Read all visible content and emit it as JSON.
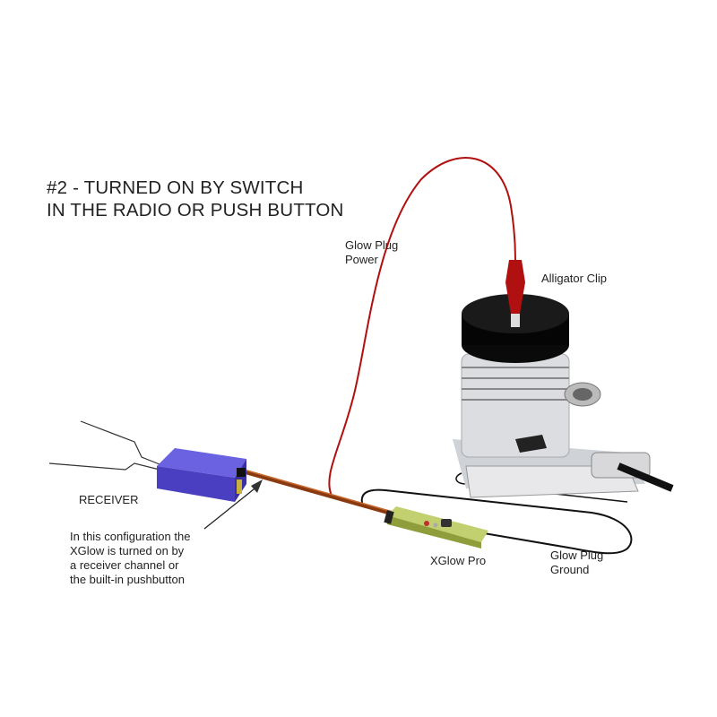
{
  "title": {
    "line1": "#2 - TURNED ON BY SWITCH",
    "line2": "IN THE RADIO OR PUSH BUTTON"
  },
  "labels": {
    "glow_plug_power": [
      "Glow Plug",
      "Power"
    ],
    "alligator_clip": "Alligator Clip",
    "receiver": "RECEIVER",
    "xglow_pro": "XGlow Pro",
    "glow_plug_ground": [
      "Glow Plug",
      "Ground"
    ],
    "config_note": [
      "In this configuration the",
      "XGlow is turned on by",
      "a receiver channel or",
      "the built-in pushbutton"
    ]
  },
  "colors": {
    "receiver": "#4a3fc0",
    "power_wire": "#b01010",
    "xglow": "#a6b84a",
    "ground_wire": "#111111"
  }
}
